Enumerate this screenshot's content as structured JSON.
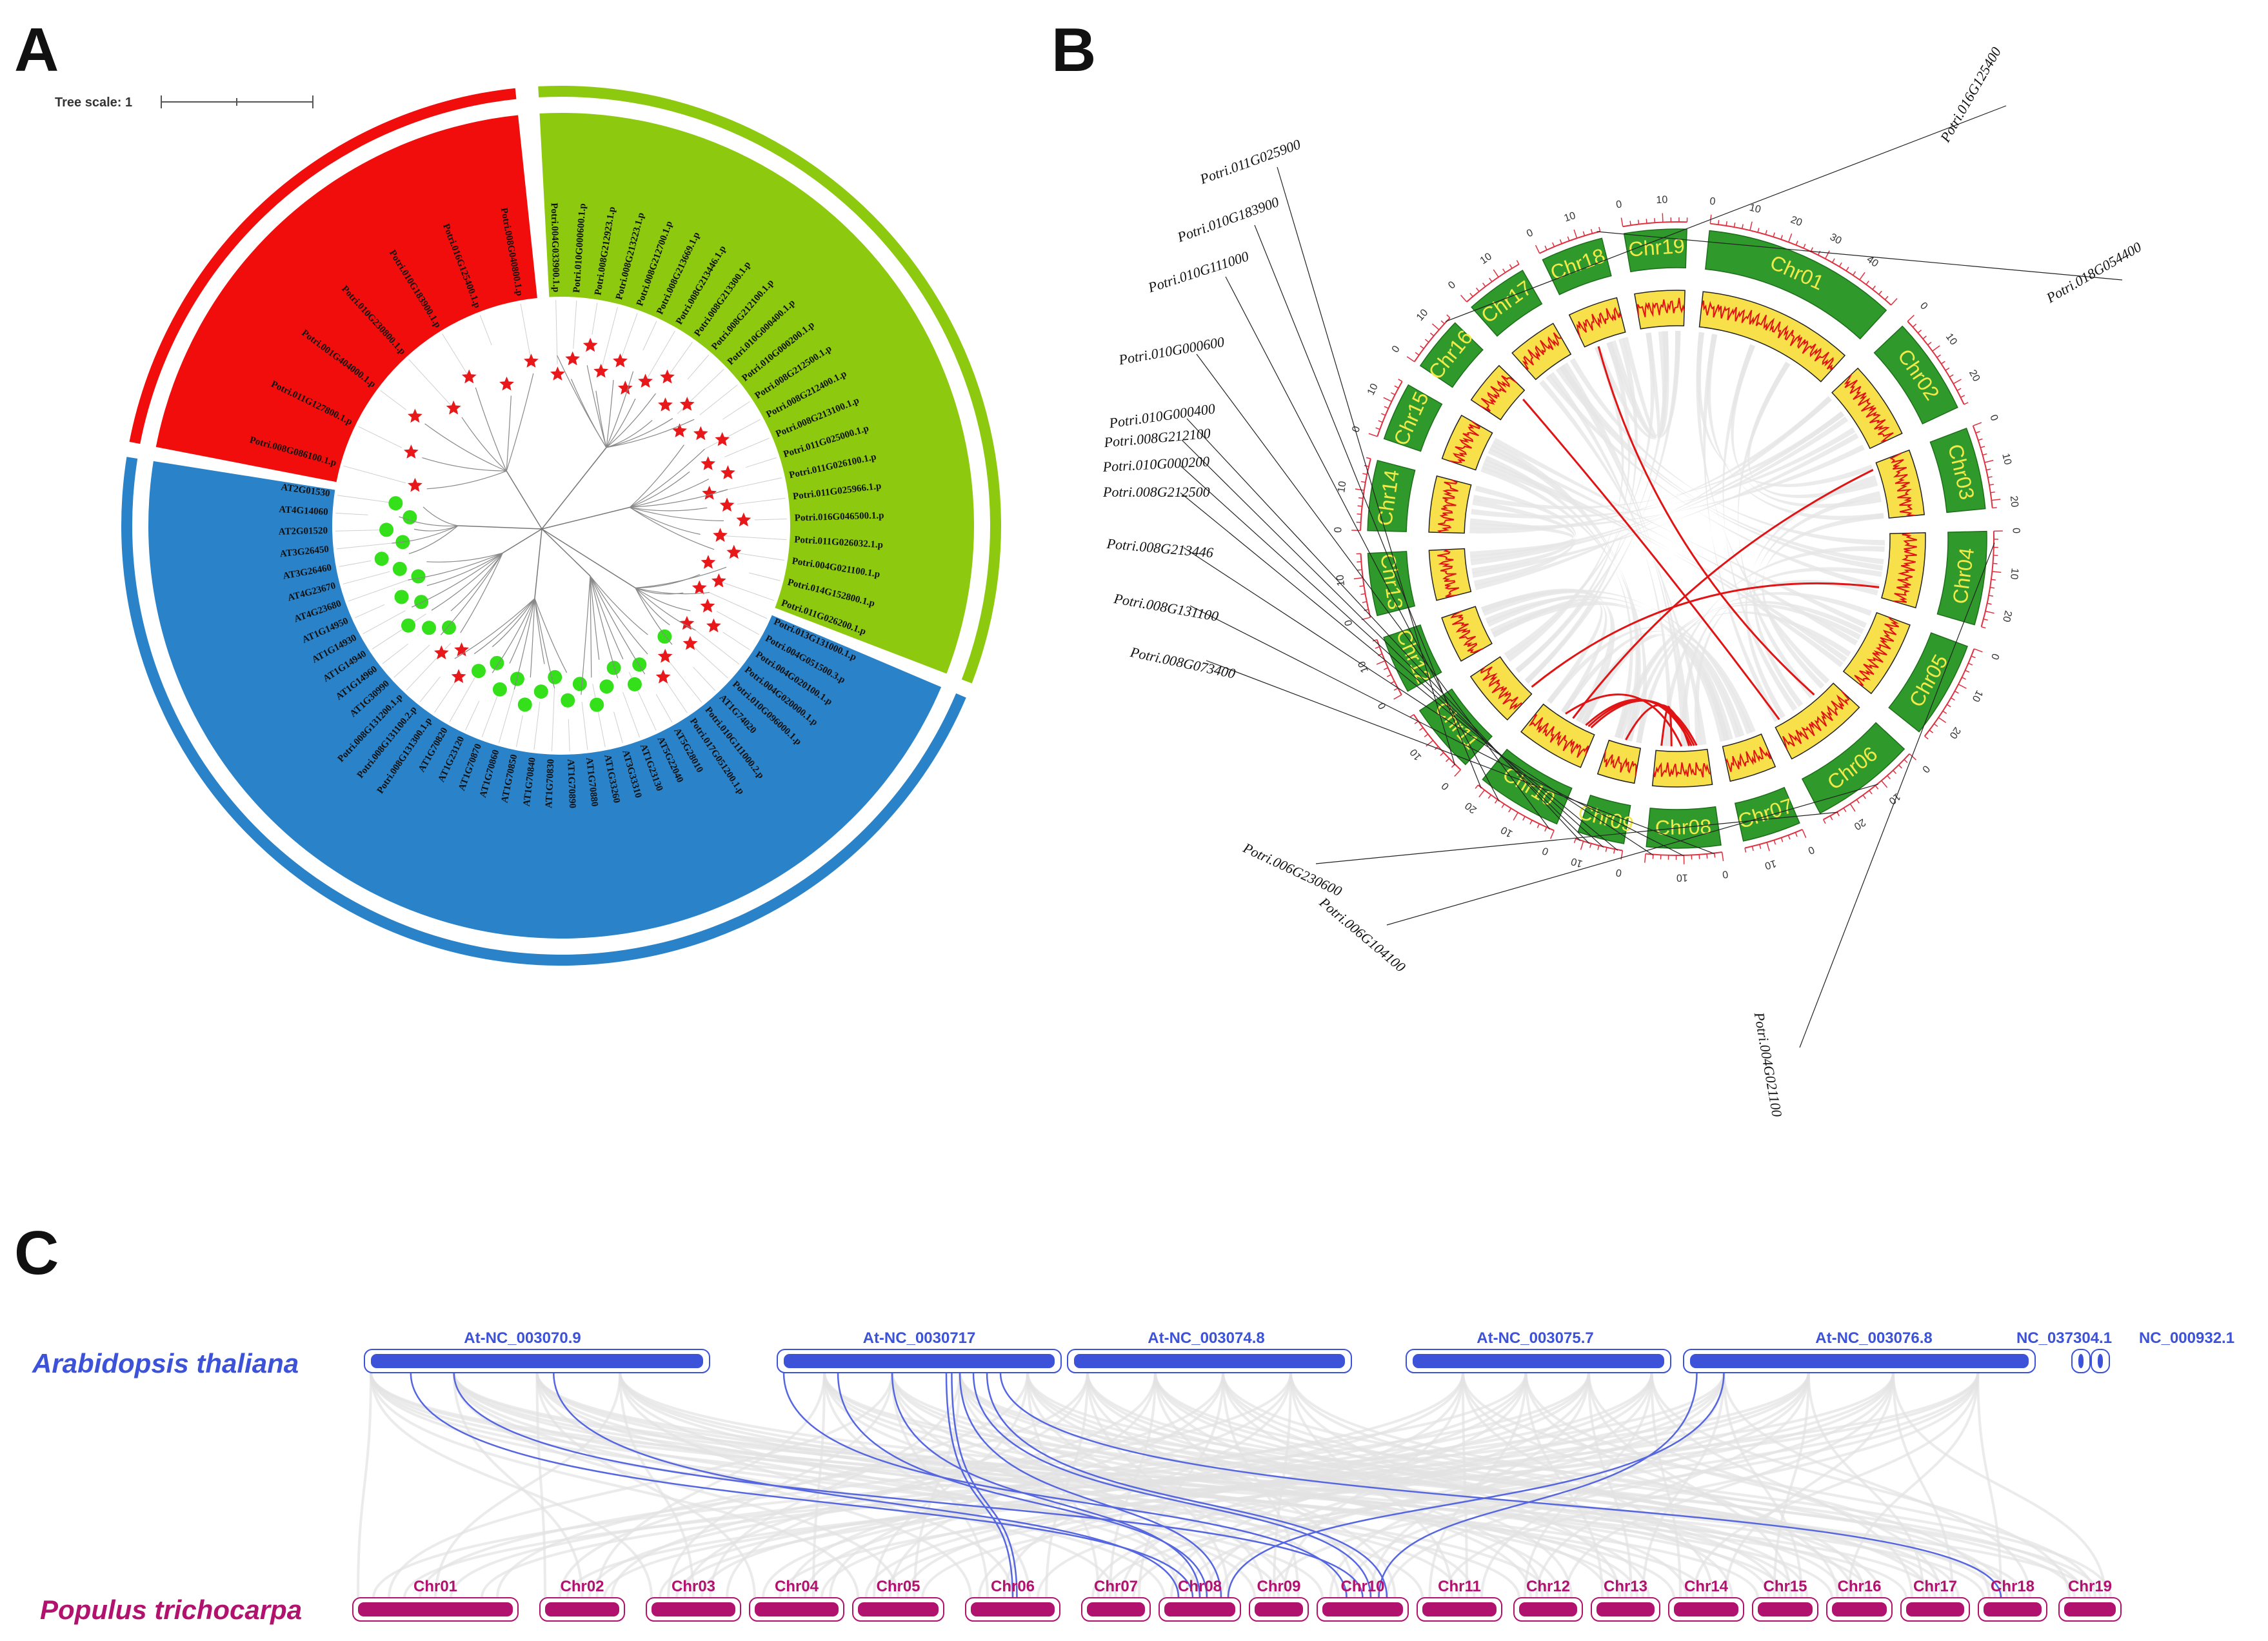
{
  "panels": {
    "a": "A",
    "b": "B",
    "c": "C"
  },
  "tree": {
    "scale_label": "Tree scale: 1",
    "colors": {
      "red": "#f20d0d",
      "green": "#8cc90f",
      "blue": "#2a82c9",
      "star": "#e8171a",
      "dot": "#33e01a"
    },
    "clades": {
      "red": [
        "Potri.008G086100.1.p",
        "Potri.011G127800.1.p",
        "Potri.001G404000.1.p",
        "Potri.010G230800.1.p",
        "Potri.010G183900.1.p",
        "Potri.016G125400.1.p",
        "Potri.008G040800.1.p"
      ],
      "green": [
        "Potri.004G033900.1.p",
        "Potri.010G000600.1.p",
        "Potri.008G212923.1.p",
        "Potri.008G213223.1.p",
        "Potri.008G212700.1.p",
        "Potri.008G213669.1.p",
        "Potri.008G213446.1.p",
        "Potri.008G213300.1.p",
        "Potri.008G212100.1.p",
        "Potri.010G000400.1.p",
        "Potri.010G000200.1.p",
        "Potri.008G212500.1.p",
        "Potri.008G212400.1.p",
        "Potri.008G213100.1.p",
        "Potri.011G025000.1.p",
        "Potri.011G026100.1.p",
        "Potri.011G025966.1.p",
        "Potri.016G046500.1.p",
        "Potri.011G026032.1.p",
        "Potri.004G021100.1.p",
        "Potri.014G152800.1.p",
        "Potri.011G026200.1.p"
      ],
      "blue": [
        "Potri.013G131000.1.p",
        "Potri.004G051500.3.p",
        "Potri.004G020100.1.p",
        "Potri.004G020000.1.p",
        "Potri.010G096000.1.p",
        "AT1G74020",
        "Potri.010G111000.2.p",
        "Potri.017G051200.1.p",
        "AT5G28010",
        "AT5G22040",
        "AT1G23130",
        "AT3G33310",
        "AT1G33260",
        "AT1G70880",
        "AT1G70890",
        "AT1G70830",
        "AT1G70840",
        "AT1G70850",
        "AT1G70860",
        "AT1G70870",
        "AT1G23120",
        "AT1G70820",
        "Potri.008G131300.1.p",
        "Potri.008G131100.2.p",
        "Potri.008G131200.1.p",
        "AT1G30990",
        "AT1G14960",
        "AT1G14940",
        "AT1G14930",
        "AT1G14950",
        "AT4G23680",
        "AT4G23670",
        "AT3G26460",
        "AT3G26450",
        "AT2G01520",
        "AT4G14060",
        "AT2G01530"
      ]
    }
  },
  "circos": {
    "chromosomes": [
      {
        "name": "Chr01",
        "len": 50
      },
      {
        "name": "Chr02",
        "len": 25
      },
      {
        "name": "Chr03",
        "len": 21
      },
      {
        "name": "Chr04",
        "len": 24
      },
      {
        "name": "Chr05",
        "len": 25
      },
      {
        "name": "Chr06",
        "len": 27
      },
      {
        "name": "Chr07",
        "len": 15
      },
      {
        "name": "Chr08",
        "len": 19
      },
      {
        "name": "Chr09",
        "len": 12
      },
      {
        "name": "Chr10",
        "len": 22
      },
      {
        "name": "Chr11",
        "len": 18
      },
      {
        "name": "Chr12",
        "len": 15
      },
      {
        "name": "Chr13",
        "len": 16
      },
      {
        "name": "Chr14",
        "len": 18
      },
      {
        "name": "Chr15",
        "len": 15
      },
      {
        "name": "Chr16",
        "len": 14
      },
      {
        "name": "Chr17",
        "len": 16
      },
      {
        "name": "Chr18",
        "len": 16
      },
      {
        "name": "Chr19",
        "len": 16
      }
    ],
    "genes": [
      "Potri.016G125400",
      "Potri.018G054400",
      "Potri.011G025900",
      "Potri.010G183900",
      "Potri.010G111000",
      "Potri.010G000600",
      "Potri.010G000400",
      "Potri.008G212100",
      "Potri.010G000200",
      "Potri.008G212500",
      "Potri.008G213446",
      "Potri.008G131100",
      "Potri.008G073400",
      "Potri.006G230600",
      "Potri.006G104100",
      "Potri.004G021100"
    ],
    "colors": {
      "box": "#2f9a2b",
      "heat_low": "#f7e04a",
      "heat_high": "#e8801a",
      "line": "#e01414",
      "link": "#e6e6e6"
    }
  },
  "synteny": {
    "species_top": "Arabidopsis thaliana",
    "species_bottom": "Populus trichocarpa",
    "at_chroms": [
      "At-NC_003070.9",
      "At-NC_0030717",
      "At-NC_003074.8",
      "At-NC_003075.7",
      "At-NC_003076.8",
      "NC_037304.1",
      "NC_000932.1"
    ],
    "pt_chroms": [
      "Chr01",
      "Chr02",
      "Chr03",
      "Chr04",
      "Chr05",
      "Chr06",
      "Chr07",
      "Chr08",
      "Chr09",
      "Chr10",
      "Chr11",
      "Chr12",
      "Chr13",
      "Chr14",
      "Chr15",
      "Chr16",
      "Chr17",
      "Chr18",
      "Chr19"
    ],
    "colors": {
      "at": "#3b52d9",
      "pt": "#b0126e",
      "link_blue": "#5566e0",
      "link_grey": "#e3e3e3"
    }
  }
}
